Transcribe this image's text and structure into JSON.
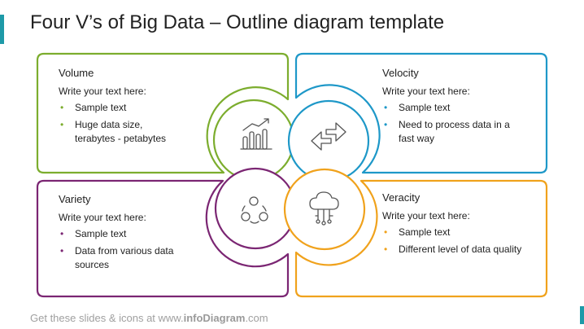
{
  "title": "Four V’s of Big Data – Outline diagram template",
  "footer": {
    "prefix": "Get these slides & icons at www.",
    "brand": "infoDiagram",
    "suffix": ".com"
  },
  "colors": {
    "volume": "#7cad2e",
    "velocity": "#1e98c8",
    "variety": "#7b2673",
    "veracity": "#f0a21c",
    "icon": "#555555"
  },
  "cards": {
    "volume": {
      "title": "Volume",
      "intro": "Write your text here:",
      "bullets": [
        "Sample text",
        "Huge data size, terabytes - petabytes"
      ],
      "icon": "bar-chart-icon"
    },
    "velocity": {
      "title": "Velocity",
      "intro": "Write your text here:",
      "bullets": [
        "Sample text",
        "Need to process data in a fast way"
      ],
      "icon": "arrows-exchange-icon"
    },
    "variety": {
      "title": "Variety",
      "intro": "Write your text here:",
      "bullets": [
        "Sample text",
        "Data from various data sources"
      ],
      "icon": "network-nodes-icon"
    },
    "veracity": {
      "title": "Veracity",
      "intro": "Write your text here:",
      "bullets": [
        "Sample text",
        "Different level of data quality"
      ],
      "icon": "cloud-data-icon"
    }
  }
}
